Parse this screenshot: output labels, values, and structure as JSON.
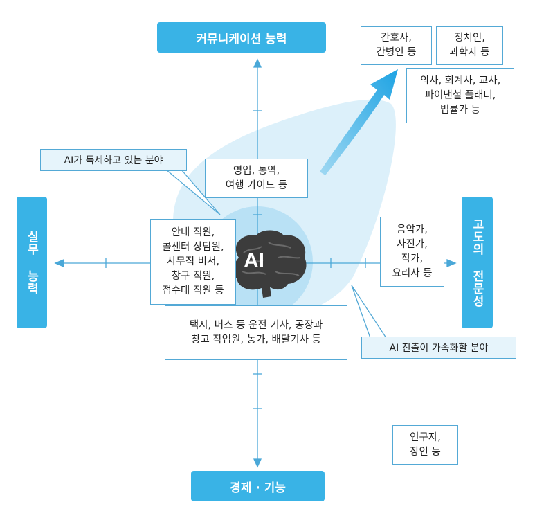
{
  "axes": {
    "top": "커뮤니케이션 능력",
    "bottom": "경제 · 기능",
    "left": "실무 능력",
    "right": "고도의 전문성"
  },
  "center_label": "AI",
  "callouts": {
    "ai_strong": "AI가 득세하고 있는 분야",
    "ai_advance": "AI 진출이 가속화할 분야"
  },
  "boxes": {
    "nurse": "간호사,\n간병인 등",
    "politician": "정치인,\n과학자 등",
    "doctor": "의사, 회계사, 교사,\n파이낸셜 플래너,\n법률가 등",
    "sales": "영업, 통역,\n여행 가이드 등",
    "reception": "안내 직원,\n콜센터 상담원,\n사무직 비서,\n창구 직원,\n접수대 직원 등",
    "musician": "음악가,\n사진가,\n작가,\n요리사 등",
    "driver": "택시, 버스 등 운전 기사, 공장과\n창고 작업원, 농가, 배달기사 등",
    "researcher": "연구자,\n장인 등"
  },
  "colors": {
    "accent": "#39b3e6",
    "axis": "#4aa8d8",
    "region": "#dcf0fa",
    "circle": "#b9e1f5",
    "brain": "#3c3c3c"
  }
}
